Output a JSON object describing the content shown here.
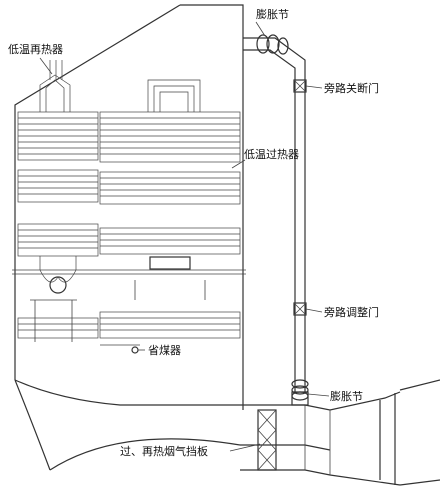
{
  "labels": {
    "low_temp_reheater": "低温再热器",
    "expansion_joint_top": "膨胀节",
    "bypass_shutoff_valve": "旁路关断门",
    "low_temp_superheater": "低温过热器",
    "bypass_regulating_valve": "旁路调整门",
    "economizer": "省煤器",
    "expansion_joint_bottom": "膨胀节",
    "flue_gas_damper": "过、再热烟气挡板"
  }
}
